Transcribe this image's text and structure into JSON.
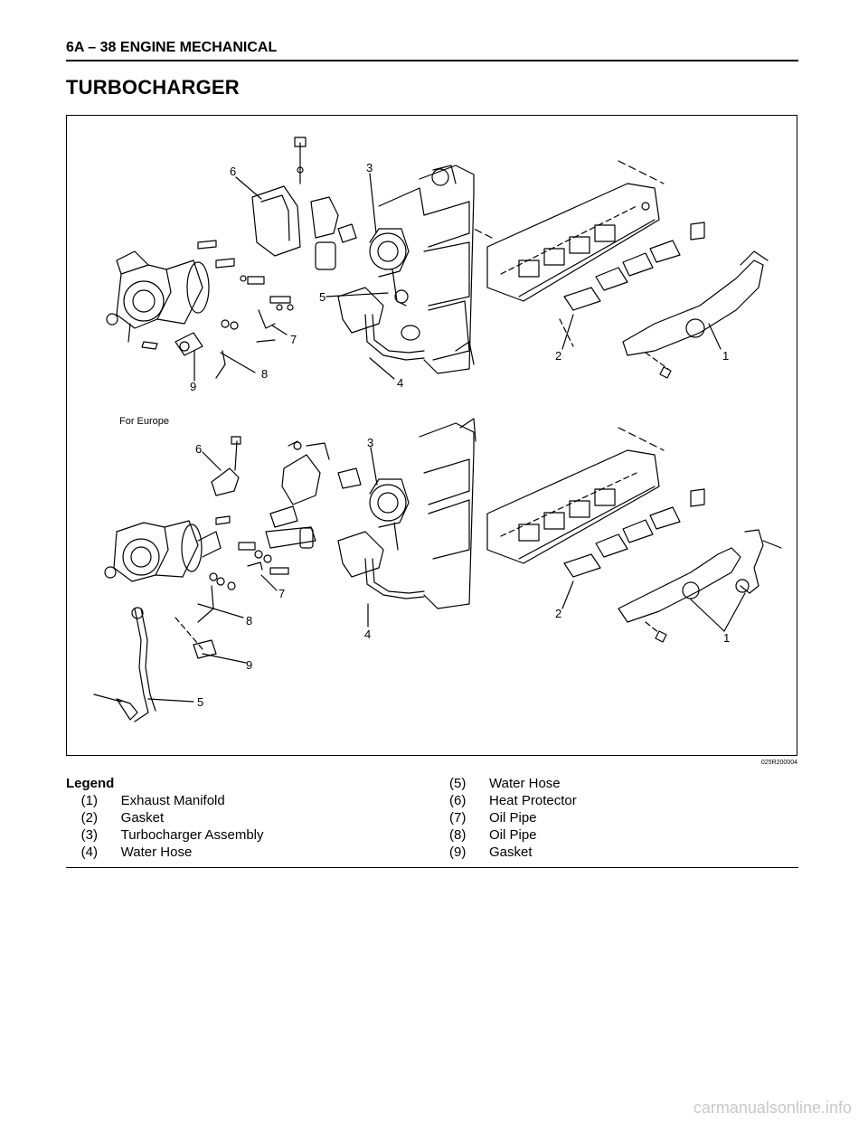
{
  "header": {
    "section": "6A – 38  ENGINE MECHANICAL"
  },
  "title": "TURBOCHARGER",
  "figure": {
    "note": "For Europe",
    "code": "025R200004",
    "upper_callouts": [
      "6",
      "3",
      "5",
      "7",
      "8",
      "9",
      "4",
      "2",
      "1"
    ],
    "lower_callouts": [
      "6",
      "3",
      "7",
      "8",
      "4",
      "9",
      "5",
      "2",
      "1"
    ]
  },
  "legend": {
    "heading": "Legend",
    "left": [
      {
        "num": "(1)",
        "label": "Exhaust Manifold"
      },
      {
        "num": "(2)",
        "label": "Gasket"
      },
      {
        "num": "(3)",
        "label": "Turbocharger Assembly"
      },
      {
        "num": "(4)",
        "label": "Water Hose"
      }
    ],
    "right": [
      {
        "num": "(5)",
        "label": "Water Hose"
      },
      {
        "num": "(6)",
        "label": "Heat Protector"
      },
      {
        "num": "(7)",
        "label": "Oil Pipe"
      },
      {
        "num": "(8)",
        "label": "Oil Pipe"
      },
      {
        "num": "(9)",
        "label": "Gasket"
      }
    ]
  },
  "watermark": "carmanualsonline.info"
}
